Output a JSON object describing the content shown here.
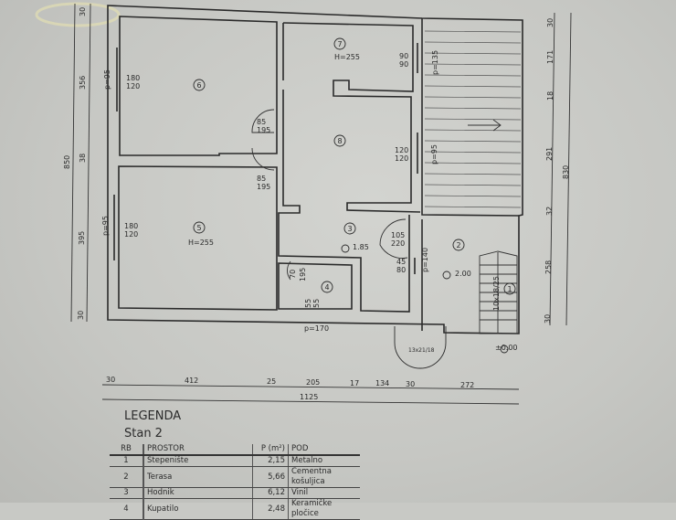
{
  "plan": {
    "rooms": {
      "r1": "1",
      "r2": "2",
      "r3": "3",
      "r4": "4",
      "r5": "5",
      "r6": "6",
      "r7": "7",
      "r8": "8"
    },
    "heights": {
      "r5": "H=255",
      "r7": "H=255"
    },
    "openings": {
      "win6": [
        "180",
        "120"
      ],
      "win6_p": "p=95",
      "win5": [
        "180",
        "120"
      ],
      "win5_p": "p=95",
      "door6": [
        "85",
        "195"
      ],
      "door5": [
        "85",
        "195"
      ],
      "win7": [
        "90",
        "90"
      ],
      "win7_p": "p=135",
      "win8": [
        "120",
        "120"
      ],
      "win8_p": "p=95",
      "door3": [
        "105",
        "220"
      ],
      "win3": [
        "45",
        "80"
      ],
      "win3_p": "p=140",
      "door4": [
        "70",
        "195"
      ],
      "win4": [
        "55",
        "55"
      ],
      "win4_p": "p=170",
      "stairs1": "10x18/25",
      "spiral": "13x21/18"
    },
    "levels": {
      "l3": "1.85",
      "l2": "2.00",
      "l0": "±0.00"
    },
    "dims_left_total": "850",
    "dims_left": [
      "30",
      "356",
      "38",
      "395",
      "30"
    ],
    "dims_right_total": "830",
    "dims_right": [
      "30",
      "171",
      "18",
      "291",
      "32",
      "258",
      "30"
    ],
    "dims_bottom": [
      "30",
      "412",
      "25",
      "205",
      "17",
      "134",
      "30",
      "272"
    ],
    "dims_bottom_total": "1125"
  },
  "legend": {
    "title": "LEGENDA",
    "subtitle": "Stan 2",
    "columns": [
      "RB",
      "PROSTOR",
      "P (m²)",
      "POD"
    ],
    "rows": [
      [
        "1",
        "Stepenište",
        "2,15",
        "Metalno"
      ],
      [
        "2",
        "Terasa",
        "5,66",
        "Cementna košuljica"
      ],
      [
        "3",
        "Hodnik",
        "6,12",
        "Vinil"
      ],
      [
        "4",
        "Kupatilo",
        "2,48",
        "Keramičke pločice"
      ]
    ]
  }
}
